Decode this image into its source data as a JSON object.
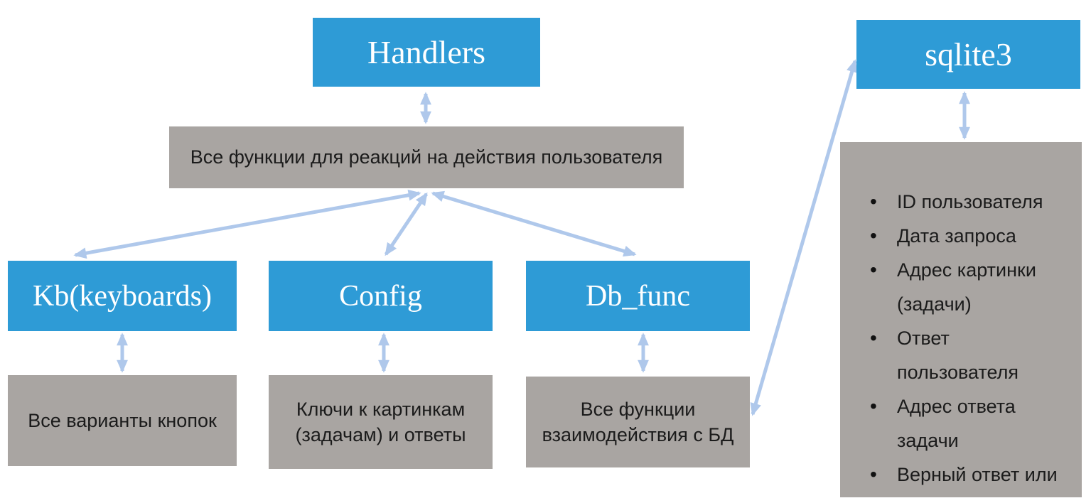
{
  "diagram": {
    "handlers": {
      "label": "Handlers",
      "description": "Все функции для реакций на действия пользователя"
    },
    "kb": {
      "label": "Kb(keyboards)",
      "description": "Все варианты кнопок"
    },
    "config": {
      "label": "Config",
      "description": "Ключи к картинкам\n(задачам) и ответы"
    },
    "db_func": {
      "label": "Db_func",
      "description": "Все функции\nвзаимодействия с БД"
    },
    "sqlite3": {
      "label": "sqlite3",
      "fields": [
        "ID пользователя",
        "Дата запроса",
        "Адрес картинки\n(задачи)",
        "Ответ\nпользователя",
        "Адрес ответа\nзадачи",
        "Верный ответ или\nнет"
      ]
    },
    "connections": [
      {
        "from": "Handlers",
        "to": "handlers-description",
        "bidirectional": true
      },
      {
        "from": "handlers-description",
        "to": "Kb(keyboards)",
        "bidirectional": true
      },
      {
        "from": "handlers-description",
        "to": "Config",
        "bidirectional": true
      },
      {
        "from": "handlers-description",
        "to": "Db_func",
        "bidirectional": true
      },
      {
        "from": "Kb(keyboards)",
        "to": "kb-description",
        "bidirectional": true
      },
      {
        "from": "Config",
        "to": "config-description",
        "bidirectional": true
      },
      {
        "from": "Db_func",
        "to": "db-func-description",
        "bidirectional": true
      },
      {
        "from": "sqlite3",
        "to": "sqlite3-fields",
        "bidirectional": true
      },
      {
        "from": "db-func-description",
        "to": "sqlite3",
        "bidirectional": true
      }
    ],
    "colors": {
      "node_fill": "#2E9BD6",
      "node_text": "#FFFFFF",
      "desc_fill": "#A9A5A2",
      "desc_text": "#1B1B1B",
      "arrow": "#AFC8EB"
    }
  }
}
